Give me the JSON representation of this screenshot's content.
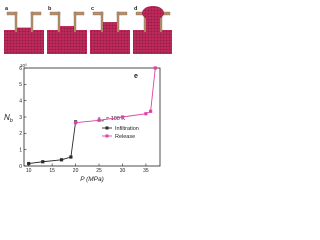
{
  "figure": {
    "panel_labels": [
      "a",
      "b",
      "c",
      "d"
    ],
    "colors": {
      "molecules_red": "#c0285a",
      "molecules_dark": "#8a1e44",
      "wall": "#8c6a50",
      "wall_fill": "#b3906f"
    },
    "fill_levels": [
      0.46,
      0.5,
      0.6,
      0.72
    ]
  },
  "chart_data": {
    "type": "line",
    "panel_label": "e",
    "annotation": "ε_wf = 100 K",
    "annotation_parts": {
      "symbol": "ε",
      "subscript": "wf",
      "rest": " = 100 K"
    },
    "xlabel": "P (MPa)",
    "ylabel": "N_b",
    "ylabel_parts": {
      "main": "N",
      "subscript": "b"
    },
    "xlim": [
      9,
      38
    ],
    "ylim": [
      0,
      6000
    ],
    "xticks": [
      10,
      15,
      20,
      25,
      30,
      35
    ],
    "yticks": [
      0,
      1,
      2,
      3,
      4,
      5,
      6
    ],
    "ytick_scale_label": "10³",
    "grid": false,
    "legend_position": "right",
    "series": [
      {
        "name": "Infiltration",
        "color": "#2a2a2a",
        "marker": "square",
        "x": [
          10,
          13,
          17,
          19,
          20
        ],
        "y": [
          150,
          260,
          380,
          550,
          2700
        ]
      },
      {
        "name": "Release",
        "color": "#e040a8",
        "marker": "square",
        "x": [
          20,
          25,
          30,
          35,
          36,
          37
        ],
        "y": [
          2650,
          2800,
          3000,
          3200,
          3350,
          6000
        ]
      }
    ]
  }
}
